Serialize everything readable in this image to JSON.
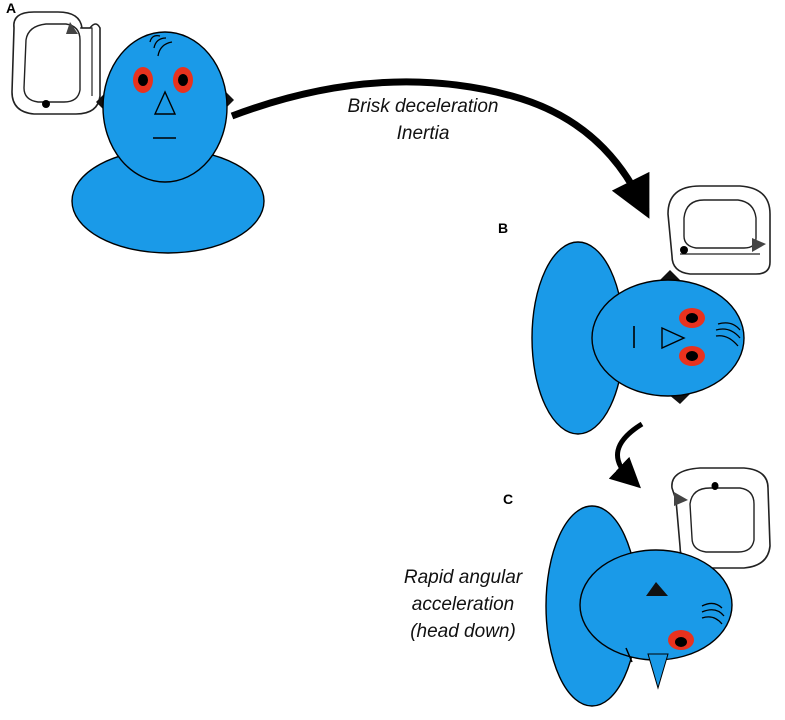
{
  "panels": [
    {
      "letter": "A"
    },
    {
      "letter": "B"
    },
    {
      "letter": "C"
    }
  ],
  "captions": {
    "deceleration_line1": "Brisk deceleration",
    "deceleration_line2": "Inertia",
    "angular_line1": "Rapid angular",
    "angular_line2": "acceleration",
    "angular_line3": "(head down)"
  },
  "colors": {
    "figure": "#1a9ae8",
    "eye": "#e8321e",
    "outline": "#000000",
    "canal": "#ffffff"
  },
  "icons": {
    "figure": "blue-person-icon",
    "inner_ear": "semicircular-canal-icon",
    "arrow": "curved-arrow-icon"
  }
}
